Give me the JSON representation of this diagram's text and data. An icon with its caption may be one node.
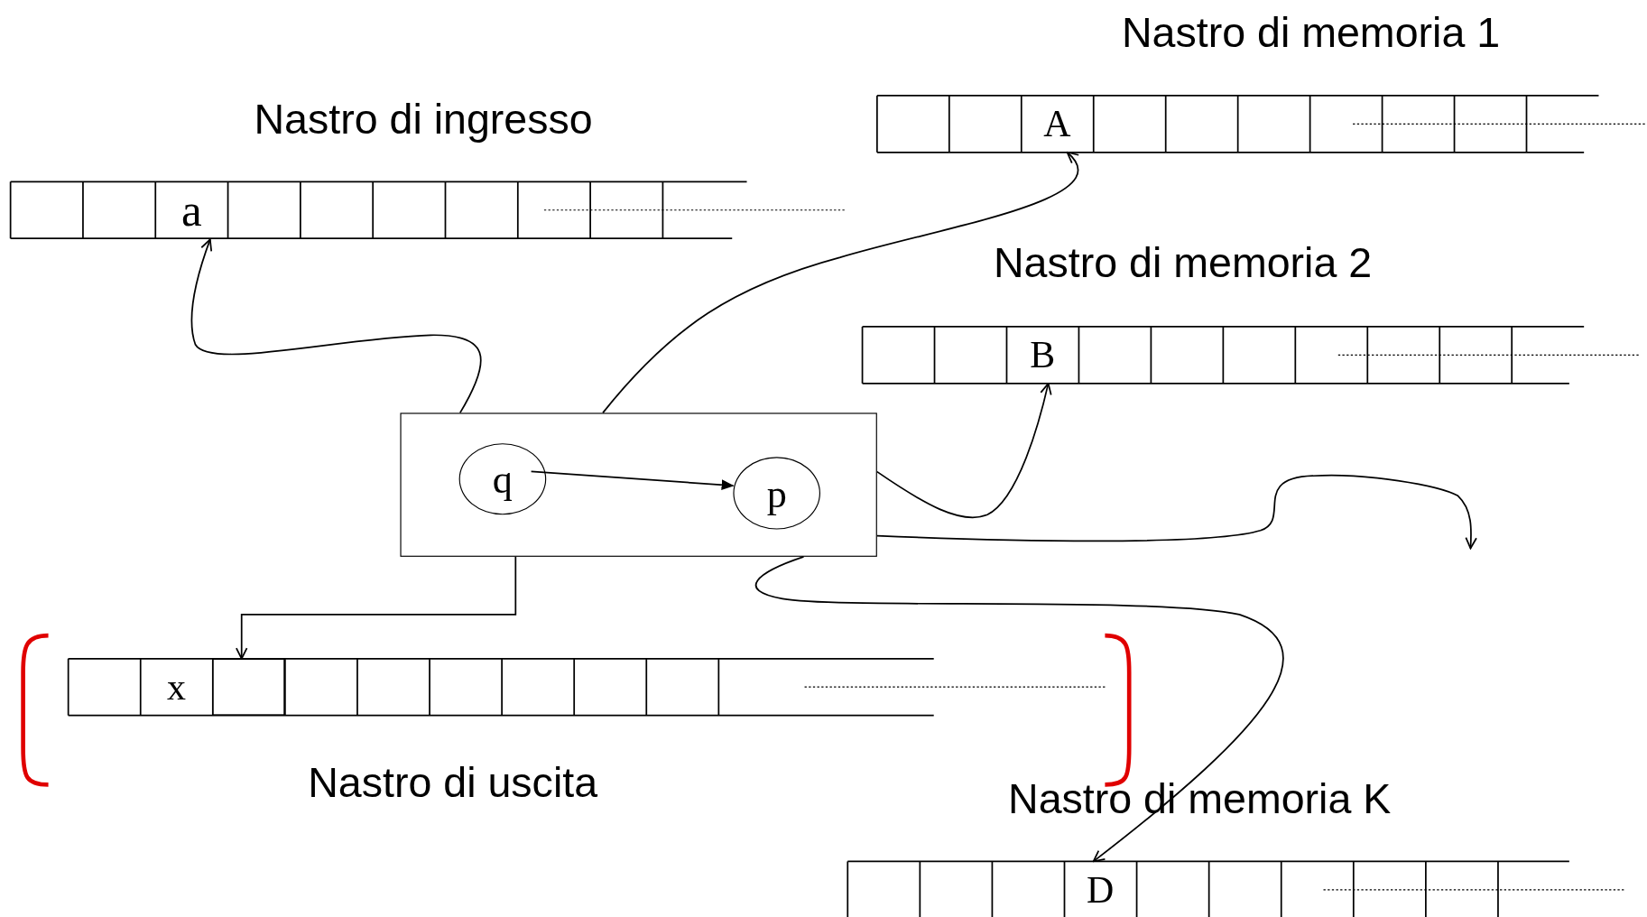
{
  "diagram": {
    "nodes": [
      {
        "text": [
          "Nastro di ingresso"
        ]
      },
      {
        "text": [
          "a"
        ],
        "in": 0
      },
      {
        "text": [
          "Nastro di memoria 1"
        ]
      },
      {
        "text": [
          "A"
        ],
        "in": 2
      },
      {
        "text": [
          "Nastro di memoria 2"
        ]
      },
      {
        "text": [
          "B"
        ],
        "in": 4
      },
      {
        "text": [],
        "shape": "box"
      },
      {
        "text": [
          "q"
        ],
        "in": 6
      },
      {
        "text": [
          "p"
        ],
        "in": 6
      },
      {
        "text": [
          "Nastro di uscita"
        ]
      },
      {
        "text": [
          "x"
        ],
        "in": 9
      },
      {
        "text": [],
        "shape": "box",
        "in": 9
      },
      {
        "text": [
          "Nastro di memoria K"
        ]
      },
      {
        "text": [
          "D"
        ],
        "in": 12
      }
    ],
    "edges": [
      {
        "from": 6,
        "to": 1,
        "arrow": "to"
      },
      {
        "from": 6,
        "to": 3,
        "arrow": "to"
      },
      {
        "from": 6,
        "to": 5,
        "arrow": "to"
      },
      {
        "from": 6,
        "to": null,
        "arrow": "to"
      },
      {
        "from": 6,
        "to": 13,
        "arrow": "to"
      },
      {
        "from": 6,
        "to": 11,
        "arrow": "to"
      },
      {
        "from": 7,
        "to": 8,
        "arrow": "to"
      }
    ]
  }
}
